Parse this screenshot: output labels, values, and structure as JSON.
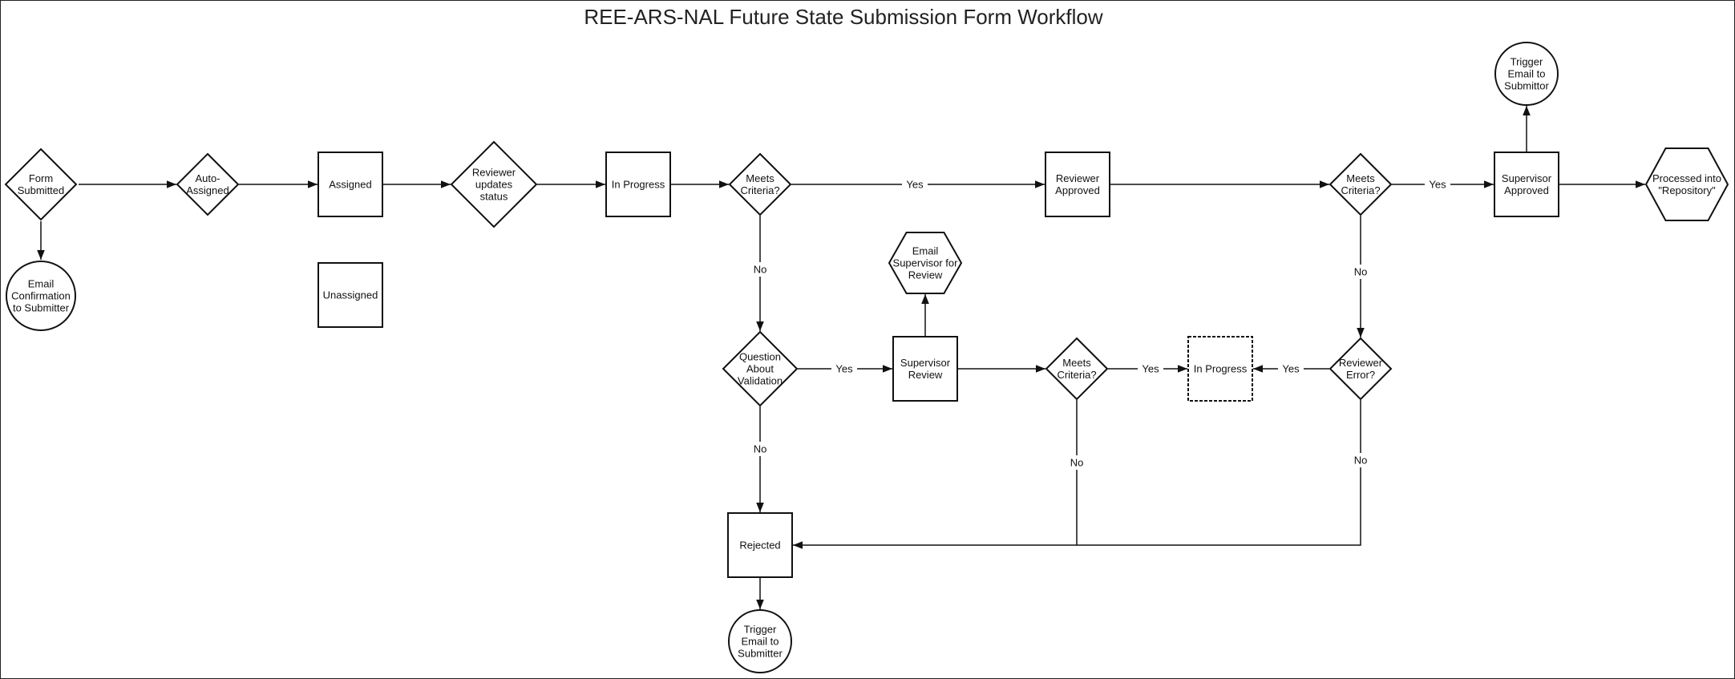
{
  "title": "REE-ARS-NAL Future State Submission Form Workflow",
  "nodes": {
    "form_submitted": [
      "Form",
      "Submitted"
    ],
    "email_confirmation": [
      "Email",
      "Confirmation",
      "to Submitter"
    ],
    "auto_assigned": [
      "Auto-",
      "Assigned"
    ],
    "assigned": [
      "Assigned"
    ],
    "unassigned": [
      "Unassigned"
    ],
    "reviewer_updates": [
      "Reviewer",
      "updates",
      "status"
    ],
    "in_progress_1": [
      "In Progress"
    ],
    "meets_criteria_1": [
      "Meets",
      "Criteria?"
    ],
    "question_validation": [
      "Question",
      "About",
      "Validation"
    ],
    "supervisor_review": [
      "Supervisor",
      "Review"
    ],
    "email_supervisor": [
      "Email",
      "Supervisor for",
      "Review"
    ],
    "meets_criteria_2": [
      "Meets",
      "Criteria?"
    ],
    "in_progress_2": [
      "In Progress"
    ],
    "reviewer_error": [
      "Reviewer",
      "Error?"
    ],
    "reviewer_approved": [
      "Reviewer",
      "Approved"
    ],
    "meets_criteria_3": [
      "Meets",
      "Criteria?"
    ],
    "supervisor_approved": [
      "Supervisor",
      "Approved"
    ],
    "trigger_email_submittor": [
      "Trigger",
      "Email to",
      "Submittor"
    ],
    "processed_repository": [
      "Processed into",
      "\"Repository\""
    ],
    "rejected": [
      "Rejected"
    ],
    "trigger_email_submitter": [
      "Trigger",
      "Email to",
      "Submitter"
    ]
  },
  "edge_labels": {
    "yes": "Yes",
    "no": "No"
  }
}
